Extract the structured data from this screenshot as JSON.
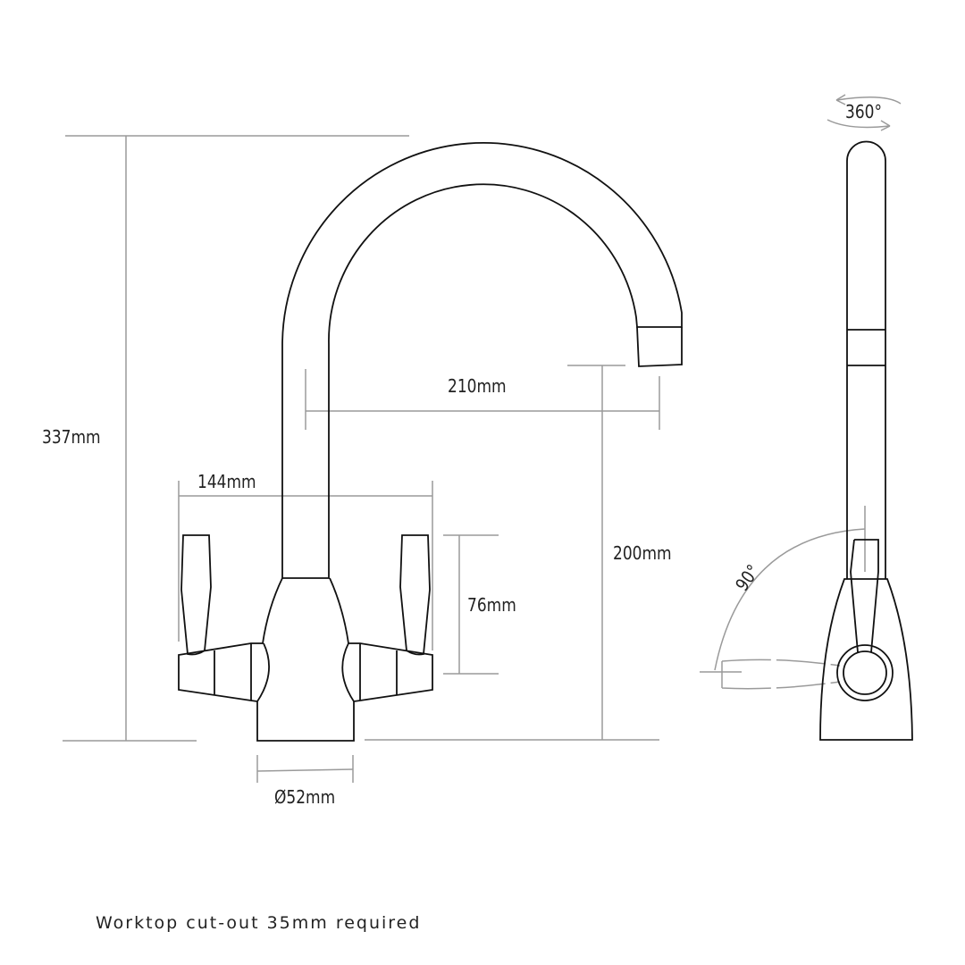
{
  "dimensions": {
    "height_total": "337mm",
    "reach": "210mm",
    "handle_span": "144mm",
    "handle_height": "76mm",
    "spout_clearance": "200mm",
    "base_diameter": "Ø52mm",
    "swivel": "360°",
    "lever_rotation": "90°"
  },
  "note": "Worktop cut-out 35mm required",
  "colors": {
    "outline": "#111111",
    "dimension": "#9a9a9a"
  }
}
